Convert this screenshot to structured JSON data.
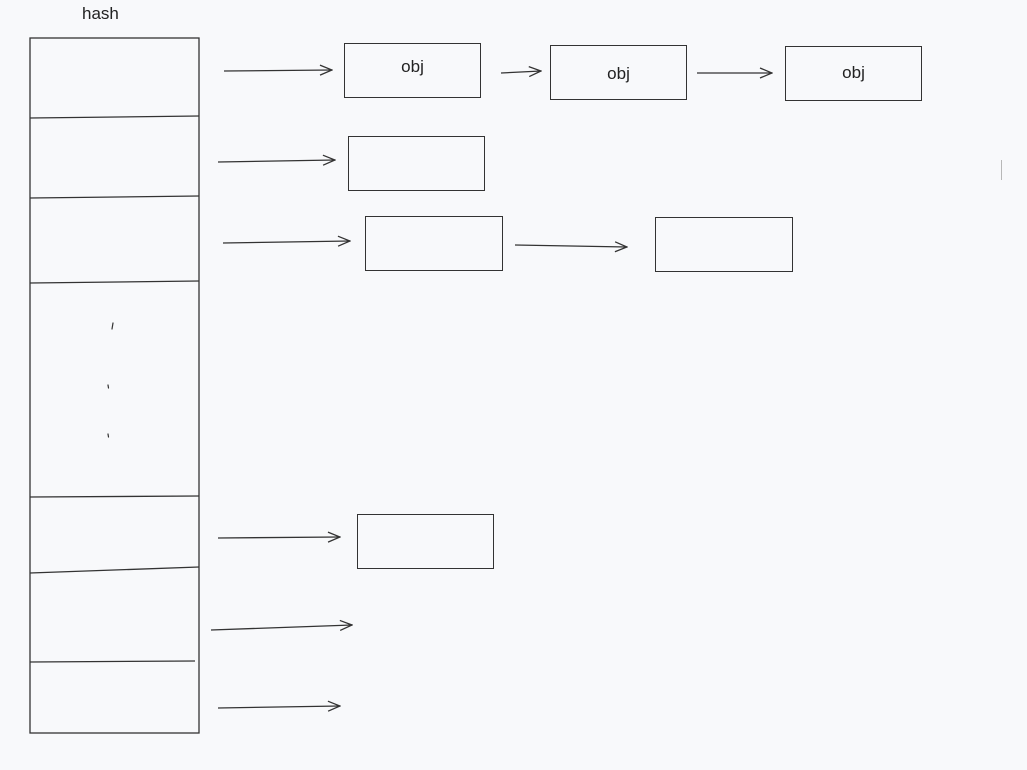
{
  "diagram": {
    "title": "hash",
    "line_color": "#333333",
    "chains": [
      {
        "row": 0,
        "nodes": [
          {
            "label": "obj"
          },
          {
            "label": "obj"
          },
          {
            "label": "obj"
          }
        ]
      },
      {
        "row": 1,
        "nodes": [
          {
            "label": ""
          }
        ]
      },
      {
        "row": 2,
        "nodes": [
          {
            "label": ""
          },
          {
            "label": ""
          }
        ]
      },
      {
        "row": 4,
        "nodes": [
          {
            "label": ""
          }
        ]
      },
      {
        "row": 5,
        "nodes": []
      },
      {
        "row": 6,
        "nodes": []
      }
    ]
  }
}
